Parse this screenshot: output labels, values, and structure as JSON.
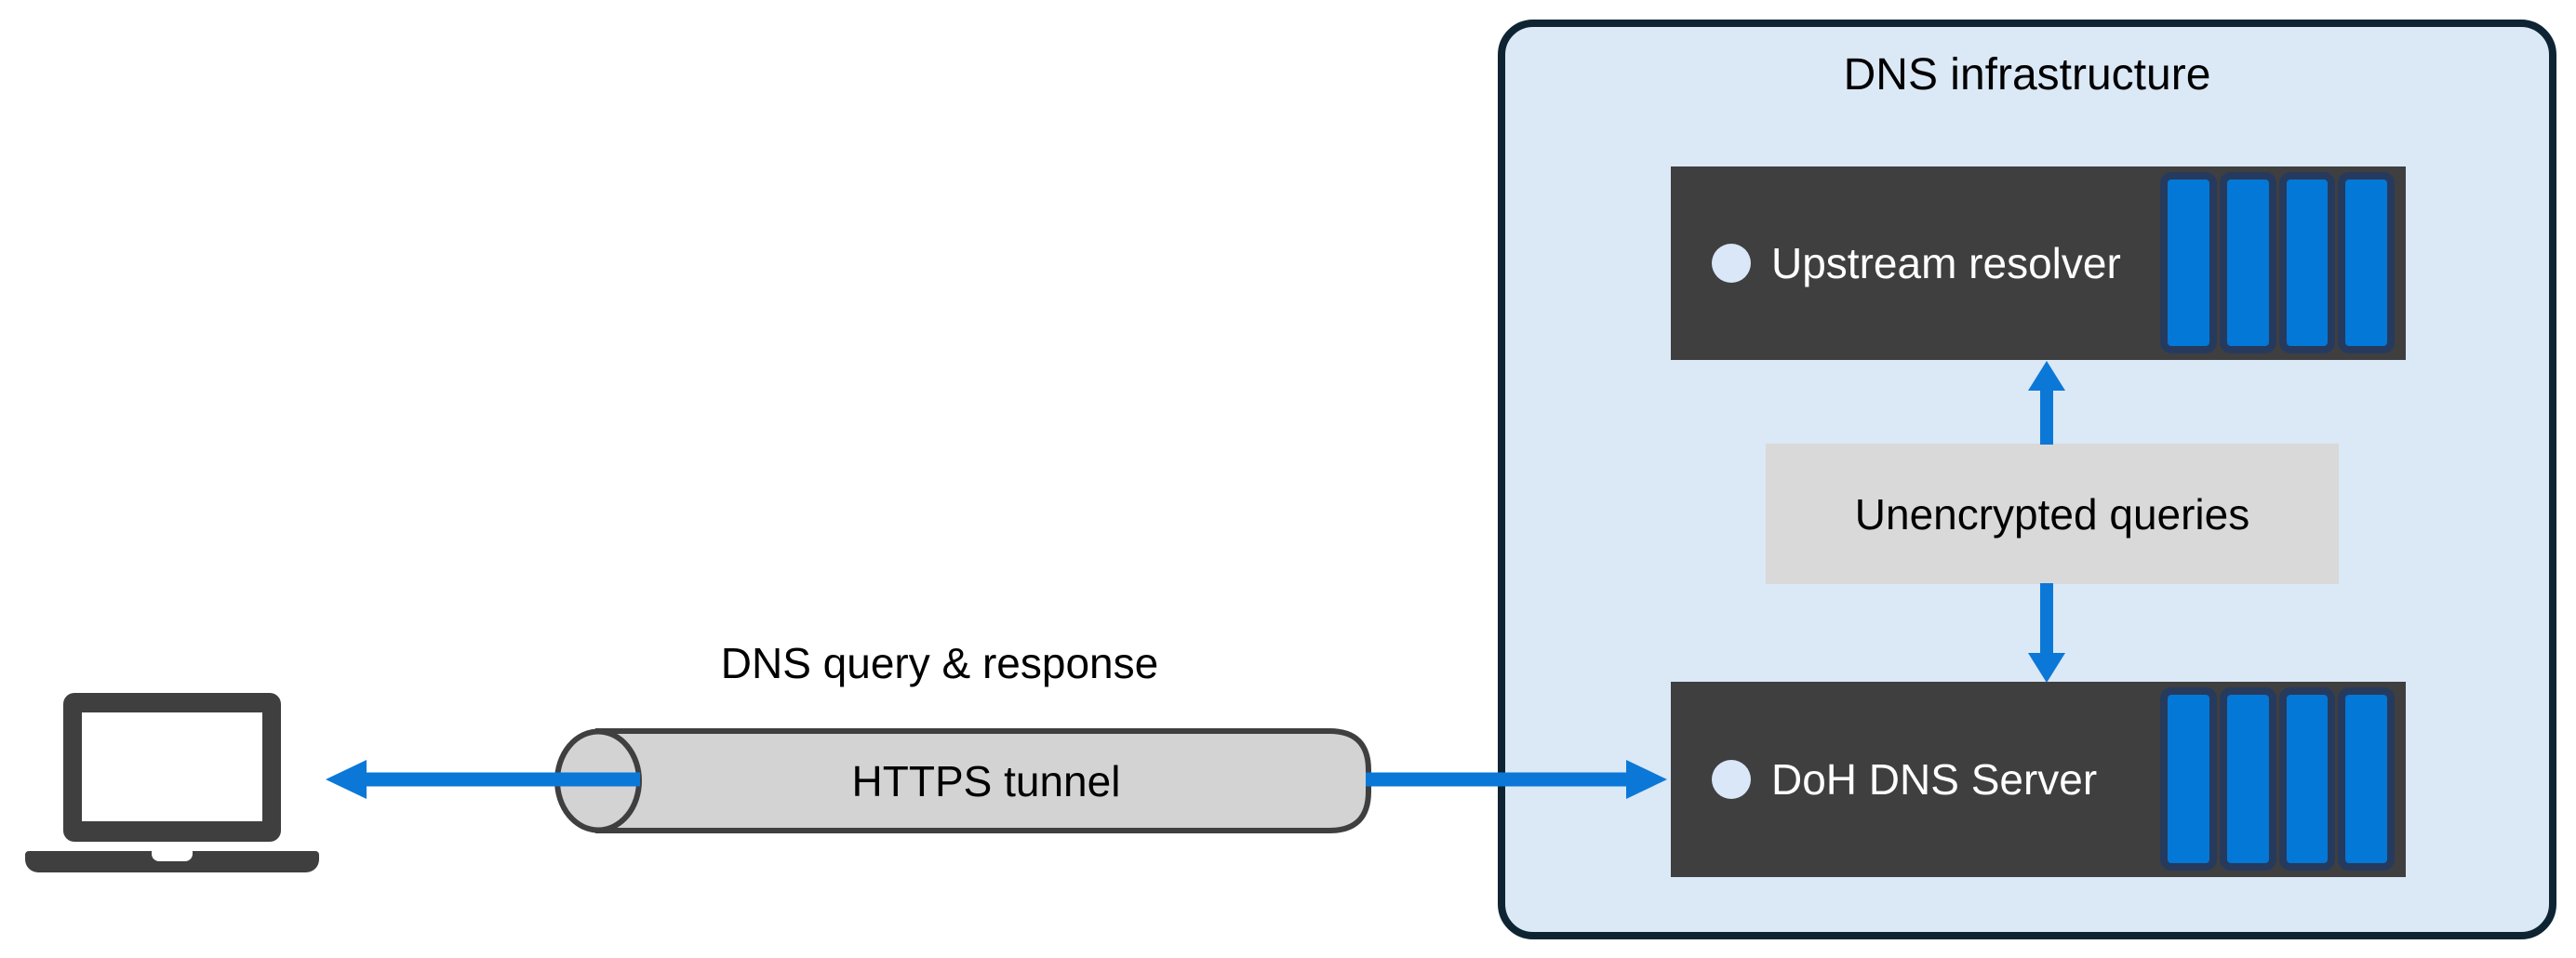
{
  "colors": {
    "canvas_bg": "#ffffff",
    "arrow_blue": "#0b78d8",
    "bar_blue": "#0478d6",
    "bar_border_navy": "#263a5e",
    "server_dark": "#3f3f40",
    "infra_fill": "#dbe8f6",
    "infra_border": "#0e2433",
    "label_box_gray": "#d9d9d9",
    "tunnel_fill": "#d3d3d3",
    "tunnel_border": "#3f3f3f",
    "text_dark": "#000000",
    "text_light": "#ffffff",
    "bullet_light": "#d9e7f8"
  },
  "client": {
    "icon": "laptop-icon"
  },
  "connection": {
    "label": "DNS query & response",
    "tunnel_label": "HTTPS tunnel"
  },
  "infrastructure": {
    "title": "DNS infrastructure",
    "upstream_server_label": "Upstream resolver",
    "doh_server_label": "DoH DNS Server",
    "queries_label": "Unencrypted queries"
  }
}
